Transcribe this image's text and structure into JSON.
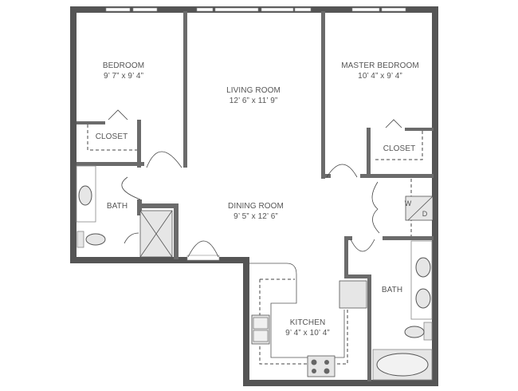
{
  "floorplan": {
    "rooms": [
      {
        "id": "bedroom",
        "name": "BEDROOM",
        "dims": "9’ 7” x 9’ 4”"
      },
      {
        "id": "living",
        "name": "LIVING ROOM",
        "dims": "12’ 6” x 11’ 9”"
      },
      {
        "id": "master",
        "name": "MASTER BEDROOM",
        "dims": "10’ 4” x 9’ 4”"
      },
      {
        "id": "closet1",
        "name": "CLOSET",
        "dims": ""
      },
      {
        "id": "closet2",
        "name": "CLOSET",
        "dims": ""
      },
      {
        "id": "bath1",
        "name": "BATH",
        "dims": ""
      },
      {
        "id": "dining",
        "name": "DINING ROOM",
        "dims": "9’ 5” x 12’ 6”"
      },
      {
        "id": "bath2",
        "name": "BATH",
        "dims": ""
      },
      {
        "id": "kitchen",
        "name": "KITCHEN",
        "dims": "9’ 4” x 10’ 4”"
      }
    ],
    "washer_dryer": {
      "w": "W",
      "d": "D"
    },
    "colors": {
      "wall": "#555555",
      "inner_wall": "#6b6b6b",
      "fixture_fill": "#e6e6e6",
      "label": "#555555"
    }
  }
}
